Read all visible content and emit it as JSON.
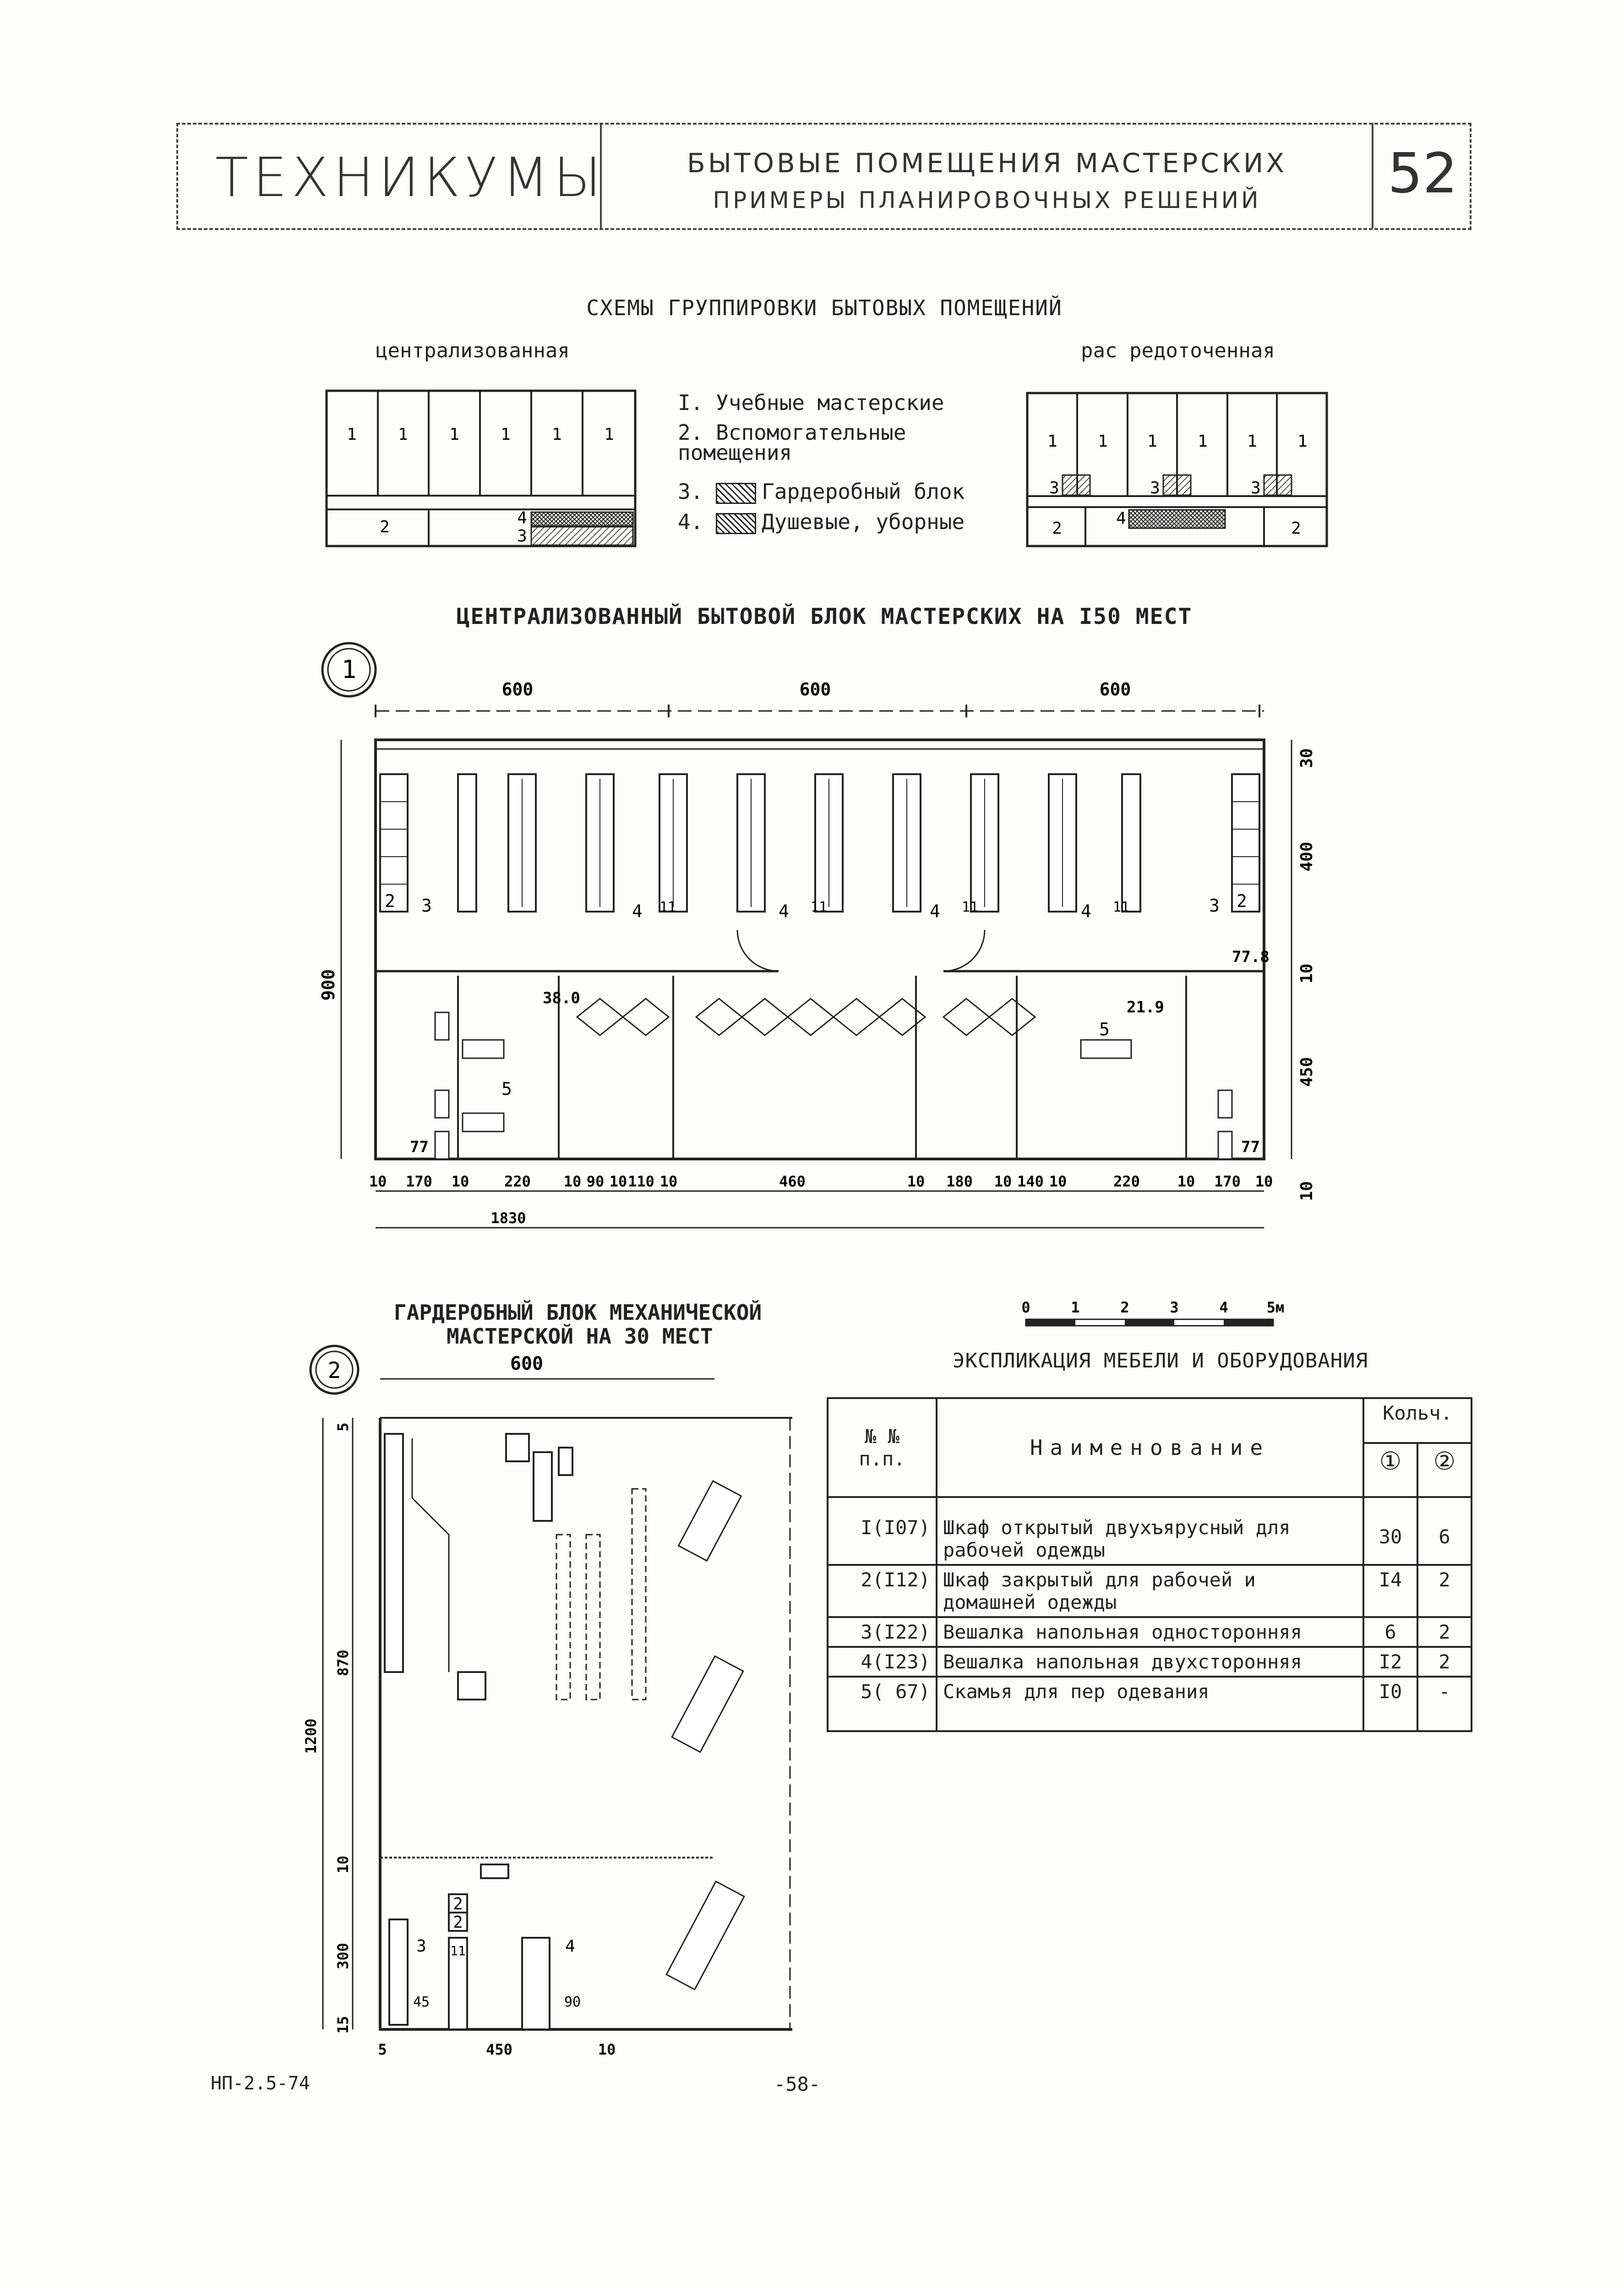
{
  "header": {
    "category": "ТЕХНИКУМЫ",
    "title_line1": "БЫТОВЫЕ ПОМЕЩЕНИЯ МАСТЕРСКИХ",
    "title_line2": "ПРИМЕРЫ ПЛАНИРОВОЧНЫХ РЕШЕНИЙ",
    "sheet_number": "52"
  },
  "schemes": {
    "title": "СХЕМЫ ГРУППИРОВКИ БЫТОВЫХ ПОМЕЩЕНИЙ",
    "left_caption": "централизованная",
    "right_caption": "рас редоточенная",
    "legend": [
      {
        "num": "I.",
        "text": "Учебные мастерские"
      },
      {
        "num": "2.",
        "text": "Вспомогательные помещения"
      },
      {
        "num": "3.",
        "text": "Гардеробный блок"
      },
      {
        "num": "4.",
        "text": "Душевые, уборные"
      }
    ],
    "left_diagram": {
      "cell_labels": [
        "1",
        "1",
        "1",
        "1",
        "1",
        "1"
      ],
      "aux_label": "2",
      "mark_4": "4",
      "mark_3": "3"
    },
    "right_diagram": {
      "cell_labels": [
        "1",
        "1",
        "1",
        "1",
        "1",
        "1"
      ],
      "mark_3": "3",
      "mark_4": "4",
      "aux_left": "2",
      "aux_right": "2"
    }
  },
  "plan1": {
    "title": "ЦЕНТРАЛИЗОВАННЫЙ БЫТОВОЙ БЛОК МАСТЕРСКИХ НА I50 МЕСТ",
    "marker": "1",
    "top_dims": [
      "600",
      "600",
      "600"
    ],
    "left_dim": "900",
    "right_dims": [
      "30",
      "400",
      "10",
      "450",
      "10"
    ],
    "bottom_dims": [
      "10",
      "170",
      "10",
      "220",
      "10",
      "90",
      "10",
      "110",
      "10",
      "460",
      "10",
      "180",
      "10",
      "140",
      "10",
      "220",
      "10",
      "170",
      "10"
    ],
    "total_dim": "1830",
    "room_areas": [
      "38.0",
      "21.9",
      "77.8",
      "77",
      "77"
    ],
    "item_labels": [
      "2",
      "3",
      "4",
      "4",
      "4",
      "4",
      "3",
      "2",
      "5",
      "5",
      "11",
      "11",
      "11",
      "11"
    ]
  },
  "scale": {
    "labels": [
      "0",
      "1",
      "2",
      "3",
      "4",
      "5м"
    ]
  },
  "plan2": {
    "title_line1": "ГАРДЕРОБНЫЙ БЛОК МЕХАНИЧЕСКОЙ",
    "title_line2": "МАСТЕРСКОЙ НА 30 МЕСТ",
    "marker": "2",
    "top_dim": "600",
    "left_dims": [
      "5",
      "870",
      "10",
      "300",
      "15"
    ],
    "total_left_dim": "1200",
    "bottom_dims": [
      "5",
      "450",
      "10"
    ],
    "labels": [
      "2",
      "2",
      "3",
      "4",
      "11",
      "45",
      "90"
    ]
  },
  "explication": {
    "title": "ЭКСПЛИКАЦИЯ МЕБЕЛИ И ОБОРУДОВАНИЯ",
    "col_num": "№ №\nп.п.",
    "col_name": "Наименование",
    "col_qty": "Кольч.",
    "col_qty_1": "①",
    "col_qty_2": "②",
    "rows": [
      {
        "num": "I(I07)",
        "name": "Шкаф открытый двухъярусный для рабочей одежды",
        "q1": "30",
        "q2": "6"
      },
      {
        "num": "2(I12)",
        "name": "Шкаф закрытый для рабочей и домашней одежды",
        "q1": "I4",
        "q2": "2"
      },
      {
        "num": "3(I22)",
        "name": "Вешалка напольная односторонняя",
        "q1": "6",
        "q2": "2"
      },
      {
        "num": "4(I23)",
        "name": "Вешалка напольная двухсторонняя",
        "q1": "I2",
        "q2": "2"
      },
      {
        "num": "5( 67)",
        "name": "Скамья для пер одевания",
        "q1": "I0",
        "q2": "-"
      }
    ]
  },
  "footer": {
    "code": "НП-2.5-74",
    "page": "-58-"
  }
}
